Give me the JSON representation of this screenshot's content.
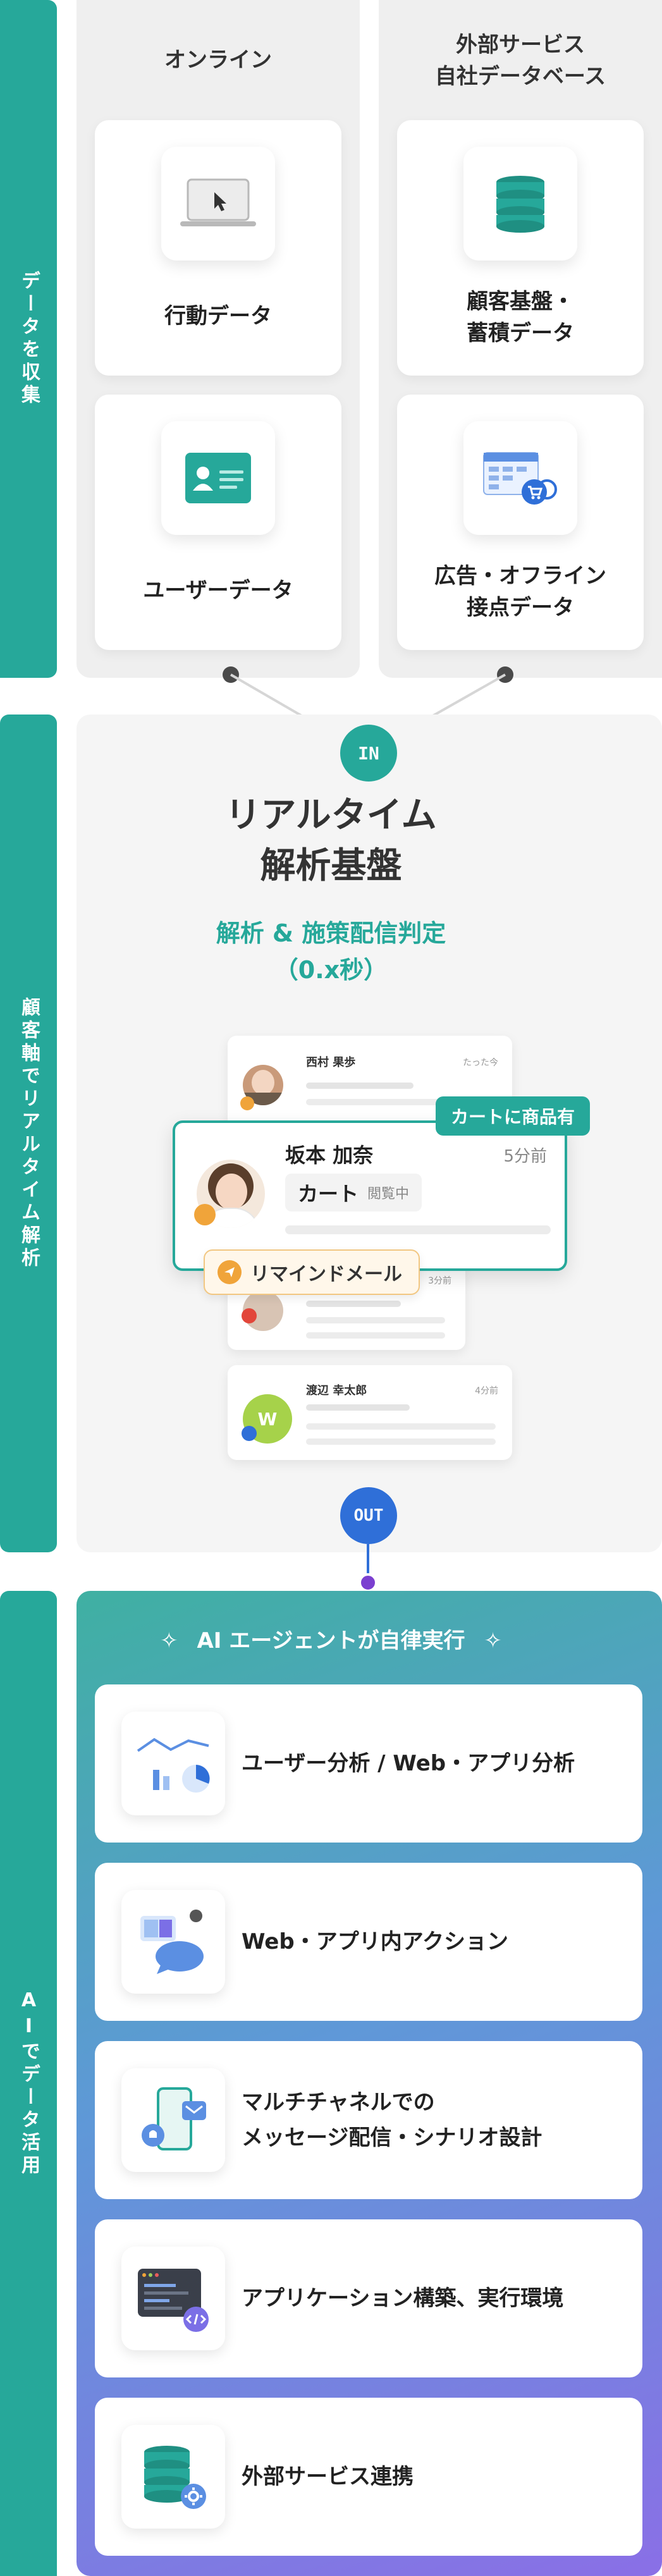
{
  "sections": {
    "collect": "データを収集",
    "analyze": "顧客軸でリアルタイム解析",
    "ai": "AIでデータ活用"
  },
  "collect": {
    "online": {
      "header": "オンライン",
      "cards": [
        {
          "label": "行動データ",
          "icon": "laptop-cursor-icon"
        },
        {
          "label": "ユーザーデータ",
          "icon": "id-card-icon"
        }
      ]
    },
    "external": {
      "header_line1": "外部サービス",
      "header_line2": "自社データベース",
      "cards": [
        {
          "label_line1": "顧客基盤・",
          "label_line2": "蓄積データ",
          "icon": "database-icon"
        },
        {
          "label_line1": "広告・オフライン",
          "label_line2": "接点データ",
          "icon": "ad-calendar-cart-icon"
        }
      ]
    }
  },
  "connectors": {
    "in": "IN",
    "out": "OUT"
  },
  "analysis": {
    "title_line1": "リアルタイム",
    "title_line2": "解析基盤",
    "sub_line1": "解析 & 施策配信判定",
    "sub_line2": "（0.x秒）",
    "users": [
      {
        "name": "西村 果歩",
        "time": "たった今"
      },
      {
        "name": "坂本 加奈",
        "time": "5分前",
        "status": "カート",
        "status_sub": "閲覧中"
      },
      {
        "name": "",
        "time": "3分前"
      },
      {
        "name": "渡辺 幸太郎",
        "time": "4分前",
        "initial": "W"
      }
    ],
    "tag": "カートに商品有",
    "remind": "リマインドメール"
  },
  "ai": {
    "header": "AI エージェントが自律実行",
    "items": [
      {
        "line1": "ユーザー分析 / Web・アプリ分析",
        "line2": "",
        "icon": "analytics-chart-icon"
      },
      {
        "line1": "Web・アプリ内アクション",
        "line2": "",
        "icon": "in-app-chat-icon"
      },
      {
        "line1": "マルチチャネルでの",
        "line2": "メッセージ配信・シナリオ設計",
        "icon": "multichannel-phone-icon"
      },
      {
        "line1": "アプリケーション構築、実行環境",
        "line2": "",
        "icon": "code-window-icon"
      },
      {
        "line1": "外部サービス連携",
        "line2": "",
        "icon": "database-gear-icon"
      }
    ]
  },
  "colors": {
    "teal": "#26a89a",
    "blue": "#2f6fd8",
    "purple": "#7b3fd0",
    "orange": "#f0a43a",
    "dark": "#4a4a4a"
  }
}
